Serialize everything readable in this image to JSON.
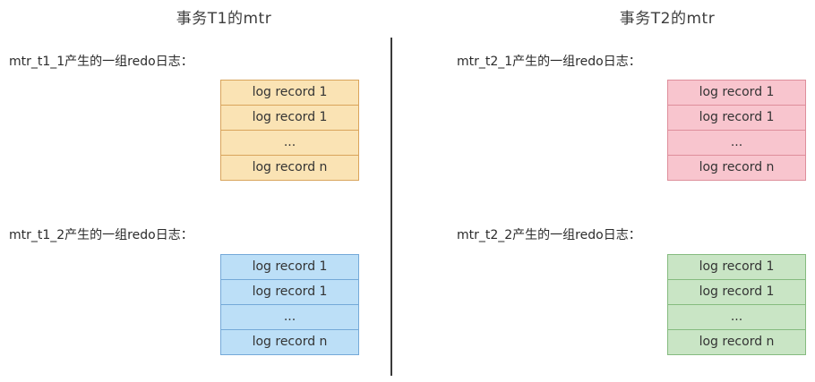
{
  "columns": [
    {
      "title": "事务T1的mtr",
      "groups": [
        {
          "label": "mtr_t1_1产生的一组redo日志：",
          "theme": "orange",
          "rows": [
            "log record 1",
            "log record 1",
            "...",
            "log record n"
          ]
        },
        {
          "label": "mtr_t1_2产生的一组redo日志：",
          "theme": "blue",
          "rows": [
            "log record 1",
            "log record 1",
            "...",
            "log record n"
          ]
        }
      ]
    },
    {
      "title": "事务T2的mtr",
      "groups": [
        {
          "label": "mtr_t2_1产生的一组redo日志：",
          "theme": "pink",
          "rows": [
            "log record 1",
            "log record 1",
            "...",
            "log record n"
          ]
        },
        {
          "label": "mtr_t2_2产生的一组redo日志：",
          "theme": "green",
          "rows": [
            "log record 1",
            "log record 1",
            "...",
            "log record n"
          ]
        }
      ]
    }
  ],
  "colors": {
    "orange": {
      "fill": "#FAE3B4",
      "border": "#D9A45B"
    },
    "blue": {
      "fill": "#BCDFF7",
      "border": "#74A9D8"
    },
    "pink": {
      "fill": "#F8C5CE",
      "border": "#DE8E9B"
    },
    "green": {
      "fill": "#C9E5C5",
      "border": "#85BB7F"
    }
  }
}
